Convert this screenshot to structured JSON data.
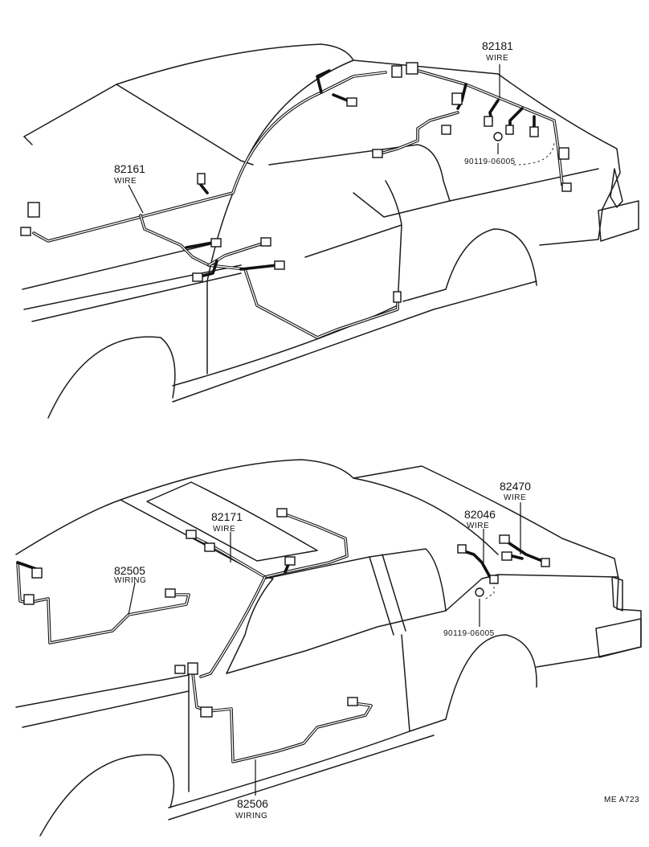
{
  "top_view": {
    "parts": [
      {
        "number": "82181",
        "desc": "WIRE"
      },
      {
        "number": "82161",
        "desc": "WIRE"
      },
      {
        "number": "90119-06005",
        "desc": ""
      }
    ]
  },
  "bottom_view": {
    "parts": [
      {
        "number": "82470",
        "desc": "WIRE"
      },
      {
        "number": "82046",
        "desc": "WIRE"
      },
      {
        "number": "82171",
        "desc": "WIRE"
      },
      {
        "number": "82505",
        "desc": "WIRING"
      },
      {
        "number": "90119-06005",
        "desc": ""
      },
      {
        "number": "82506",
        "desc": "WIRING"
      }
    ]
  },
  "reference_code": "ME  A723"
}
